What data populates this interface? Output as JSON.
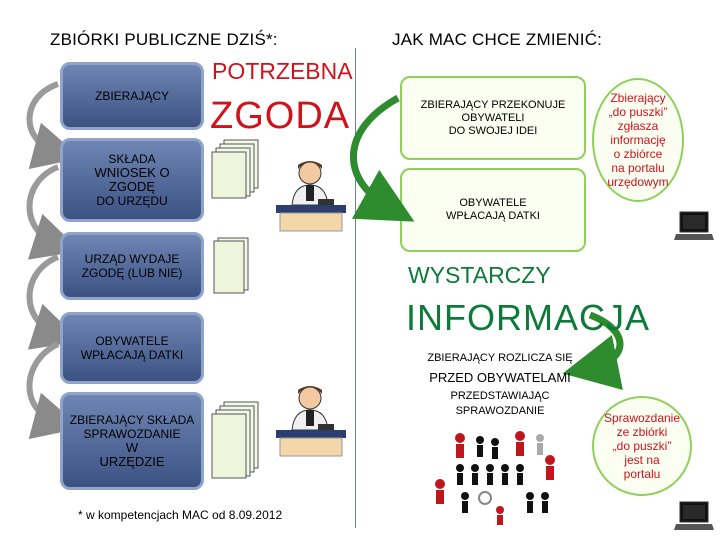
{
  "left": {
    "title": "ZBIÓRKI PUBLICZNE DZIŚ*:",
    "potrzebna": "POTRZEBNA",
    "zgoda": "ZGODA",
    "steps": [
      {
        "lines": [
          "ZBIERAJĄCY"
        ]
      },
      {
        "lines": [
          "SKŁADA",
          "WNIOSEK O",
          "ZGODĘ",
          "DO URZĘDU"
        ]
      },
      {
        "lines": [
          "URZĄD WYDAJE",
          "ZGODĘ (LUB NIE)"
        ]
      },
      {
        "lines": [
          "OBYWATELE",
          "WPŁACAJĄ DATKI"
        ]
      },
      {
        "lines": [
          "ZBIERAJĄCY SKŁADA",
          "SPRAWOZDANIE",
          "W",
          "URZĘDZIE"
        ]
      }
    ],
    "footnote": "* w kompetencjach MAC od 8.09.2012"
  },
  "right": {
    "title": "JAK MAC CHCE ZMIENIĆ:",
    "box1": {
      "lines": [
        "ZBIERAJĄCY PRZEKONUJE",
        "OBYWATELI",
        "DO SWOJEJ IDEI"
      ]
    },
    "box2": {
      "lines": [
        "OBYWATELE",
        "WPŁACAJĄ DATKI"
      ]
    },
    "wystarczy": "WYSTARCZY",
    "informacja": "INFORMACJA",
    "settle_line1": "ZBIERAJĄCY ROZLICZA SIĘ",
    "settle_line2": "PRZED OBYWATELAMI",
    "settle_line3": "PRZEDSTAWIAJĄC",
    "settle_line4": "SPRAWOZDANIE",
    "oval1": {
      "lines": [
        "Zbierający",
        "„do puszki”",
        "zgłasza",
        "informację",
        "o zbiórce",
        "na portalu",
        "urzędowym"
      ]
    },
    "oval2": {
      "lines": [
        "Sprawozdanie",
        "ze zbiórki",
        "„do puszki”",
        "jest na",
        "portalu"
      ]
    }
  },
  "colors": {
    "red": "#d0121b",
    "green_arrow": "#2e8b2e",
    "step_blue": "#3b5283",
    "gray_arrow": "#8a8a8a"
  },
  "icons": [
    "document-stack-icon",
    "official-at-desk-icon",
    "laptop-icon",
    "people-crowd-icon"
  ]
}
